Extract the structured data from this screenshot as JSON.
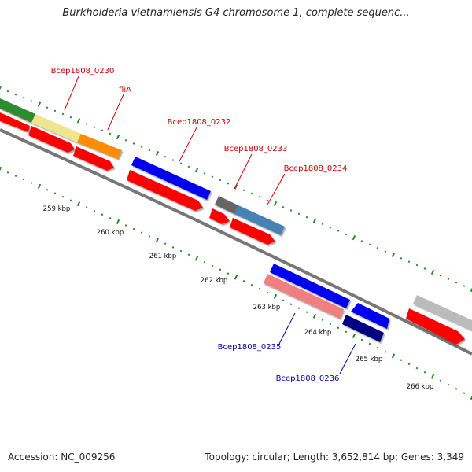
{
  "title": "Burkholderia vietnamiensis G4 chromosome 1, complete sequenc...",
  "footer": {
    "accession": "Accession: NC_009256",
    "summary": "Topology: circular; Length: 3,652,814 bp; Genes: 3,349"
  },
  "colors": {
    "forward_label": "#cc0000",
    "reverse_label": "#0000aa",
    "tick": "#228b22",
    "backbone": "#777777",
    "cds": "#ff0000"
  },
  "gene_labels": [
    {
      "text": "Bcep1808_0230",
      "strand": "forward"
    },
    {
      "text": "fliA",
      "strand": "forward"
    },
    {
      "text": "Bcep1808_0232",
      "strand": "forward"
    },
    {
      "text": "Bcep1808_0233",
      "strand": "forward"
    },
    {
      "text": "Bcep1808_0234",
      "strand": "forward"
    },
    {
      "text": "Bcep1808_0235",
      "strand": "reverse"
    },
    {
      "text": "Bcep1808_0236",
      "strand": "reverse"
    }
  ],
  "scale_labels": [
    "259 kbp",
    "260 kbp",
    "261 kbp",
    "262 kbp",
    "263 kbp",
    "264 kbp",
    "265 kbp",
    "266 kbp"
  ],
  "genes": [
    {
      "name": "gene-green",
      "color": "#2e8b2e",
      "strand": "forward"
    },
    {
      "name": "gene-khaki",
      "color": "#eee68e",
      "strand": "forward"
    },
    {
      "name": "gene-orange",
      "color": "#ff8c00",
      "strand": "forward"
    },
    {
      "name": "gene-blue-0232",
      "color": "#0000ee",
      "strand": "forward"
    },
    {
      "name": "gene-gray-0233",
      "color": "#666666",
      "strand": "forward"
    },
    {
      "name": "gene-steelblue-0234",
      "color": "#4682b4",
      "strand": "forward"
    },
    {
      "name": "gene-blue-0235",
      "color": "#0000ee",
      "strand": "reverse"
    },
    {
      "name": "gene-blue-small",
      "color": "#0000ee",
      "strand": "reverse"
    },
    {
      "name": "gene-pink-0235",
      "color": "#f08080",
      "strand": "reverse"
    },
    {
      "name": "gene-navy-0236",
      "color": "#000080",
      "strand": "reverse"
    },
    {
      "name": "gene-lightgray",
      "color": "#bbbbbb",
      "strand": "forward"
    }
  ]
}
